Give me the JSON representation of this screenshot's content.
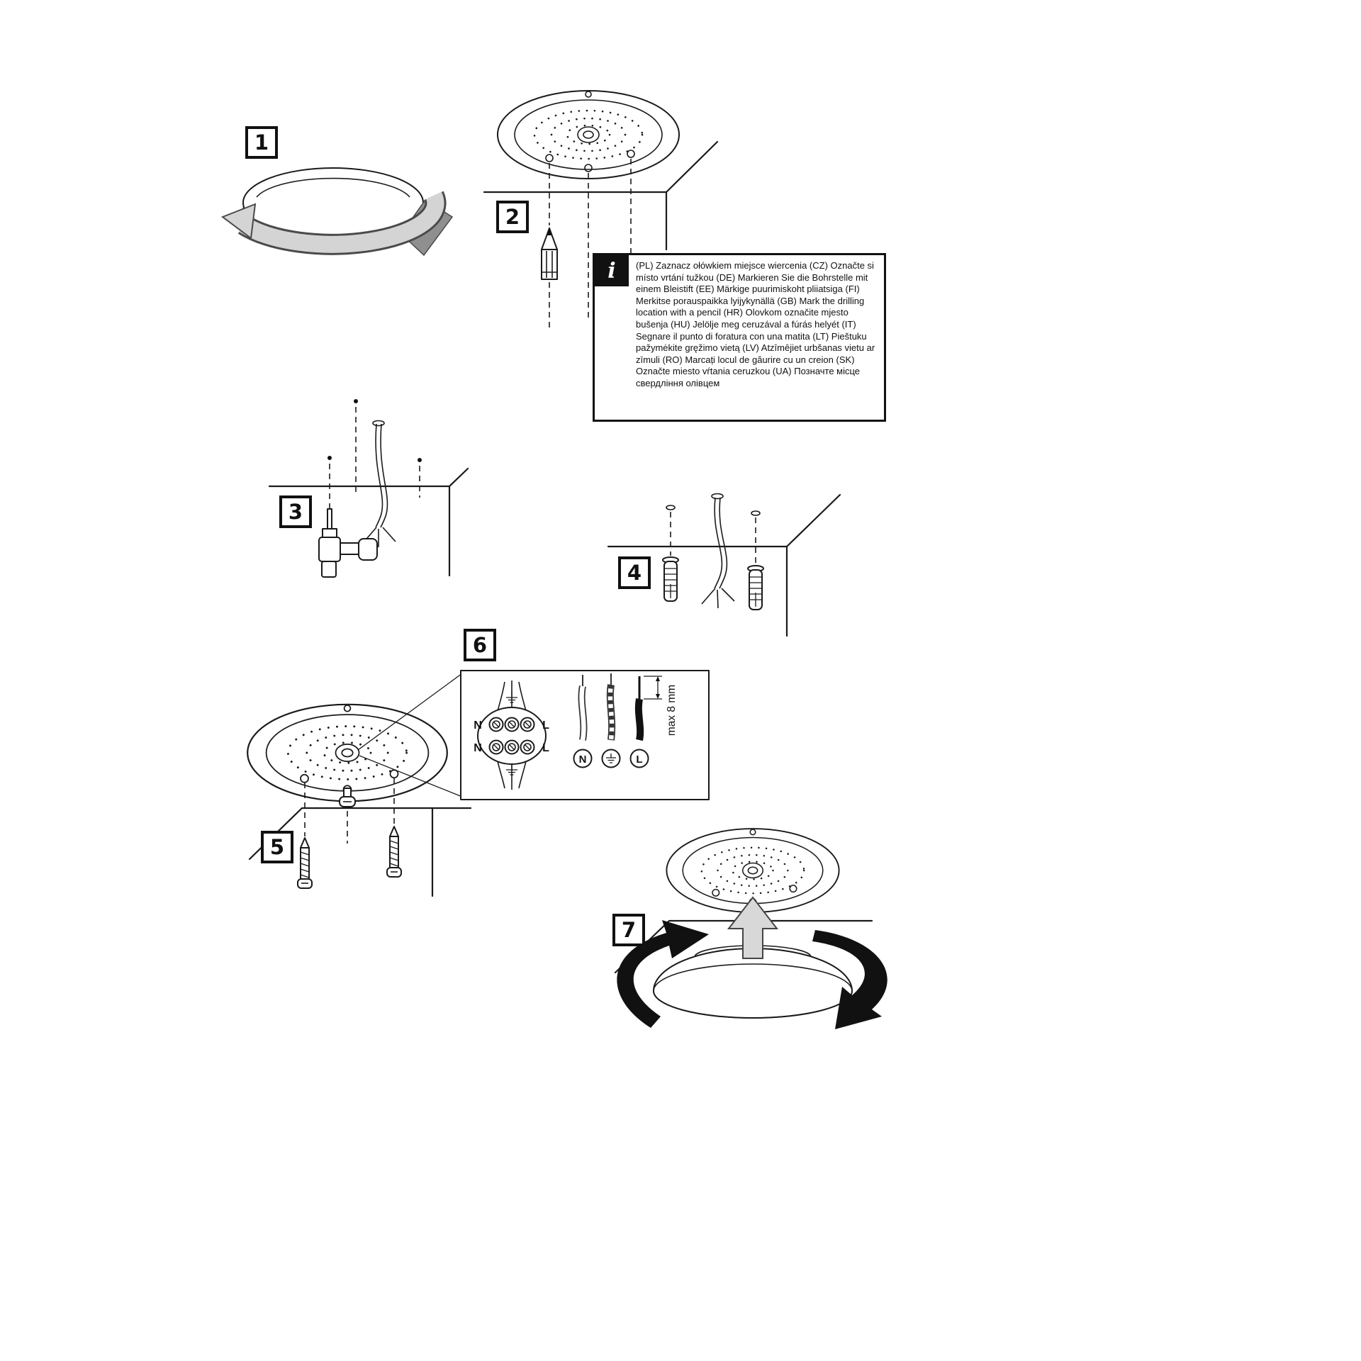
{
  "steps": {
    "s1": "1",
    "s2": "2",
    "s3": "3",
    "s4": "4",
    "s5": "5",
    "s6": "6",
    "s7": "7"
  },
  "info": {
    "icon": "i",
    "text": "(PL) Zaznacz ołówkiem miejsce wiercenia   (CZ) Označte si místo vrtání tužkou   (DE) Markieren Sie die Bohrstelle mit einem Bleistift   (EE) Märkige puurimiskoht pliiatsiga   (FI) Merkitse porauspaikka lyijykynällä   (GB) Mark the drilling location with a pencil   (HR) Olovkom označite mjesto bušenja   (HU) Jelölje meg ceruzával a fúrás helyét   (IT) Segnare il punto di foratura con una matita   (LT) Pieštuku pažymėkite gręžimo vietą   (LV) Atzīmējiet urbšanas vietu ar zīmuli   (RO) Marcați locul de găurire cu un creion   (SK) Označte miesto vŕtania ceruzkou   (UA) Позначте місце свердління олівцем"
  },
  "wiring": {
    "n_top": "N",
    "l_top": "L",
    "n_bottom": "N",
    "l_bottom": "L",
    "wire_n": "N",
    "wire_l": "L",
    "max_label": "max 8 mm"
  },
  "colors": {
    "line": "#1a1a1a",
    "arrow_gray": "#d4d4d4",
    "arrow_dark": "#8f8f8f"
  }
}
